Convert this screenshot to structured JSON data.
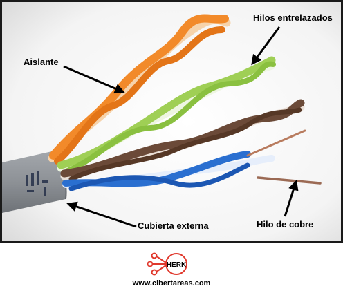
{
  "labels": {
    "insulator": "Aislante",
    "twisted_wires": "Hilos entrelazados",
    "outer_jacket": "Cubierta externa",
    "copper_wire": "Hilo de cobre"
  },
  "logo": {
    "text": "HERK"
  },
  "footer": {
    "website": "www.cibertareas.com"
  },
  "colors": {
    "frame": "#1a1a1a",
    "jacket": "#8d9196",
    "orange_pair": "#f28a2a",
    "green_pair": "#9fcf55",
    "brown_pair": "#6b4a38",
    "blue_pair": "#2a6fd0",
    "copper": "#b87b5e",
    "logo_accent": "#e0382c"
  }
}
